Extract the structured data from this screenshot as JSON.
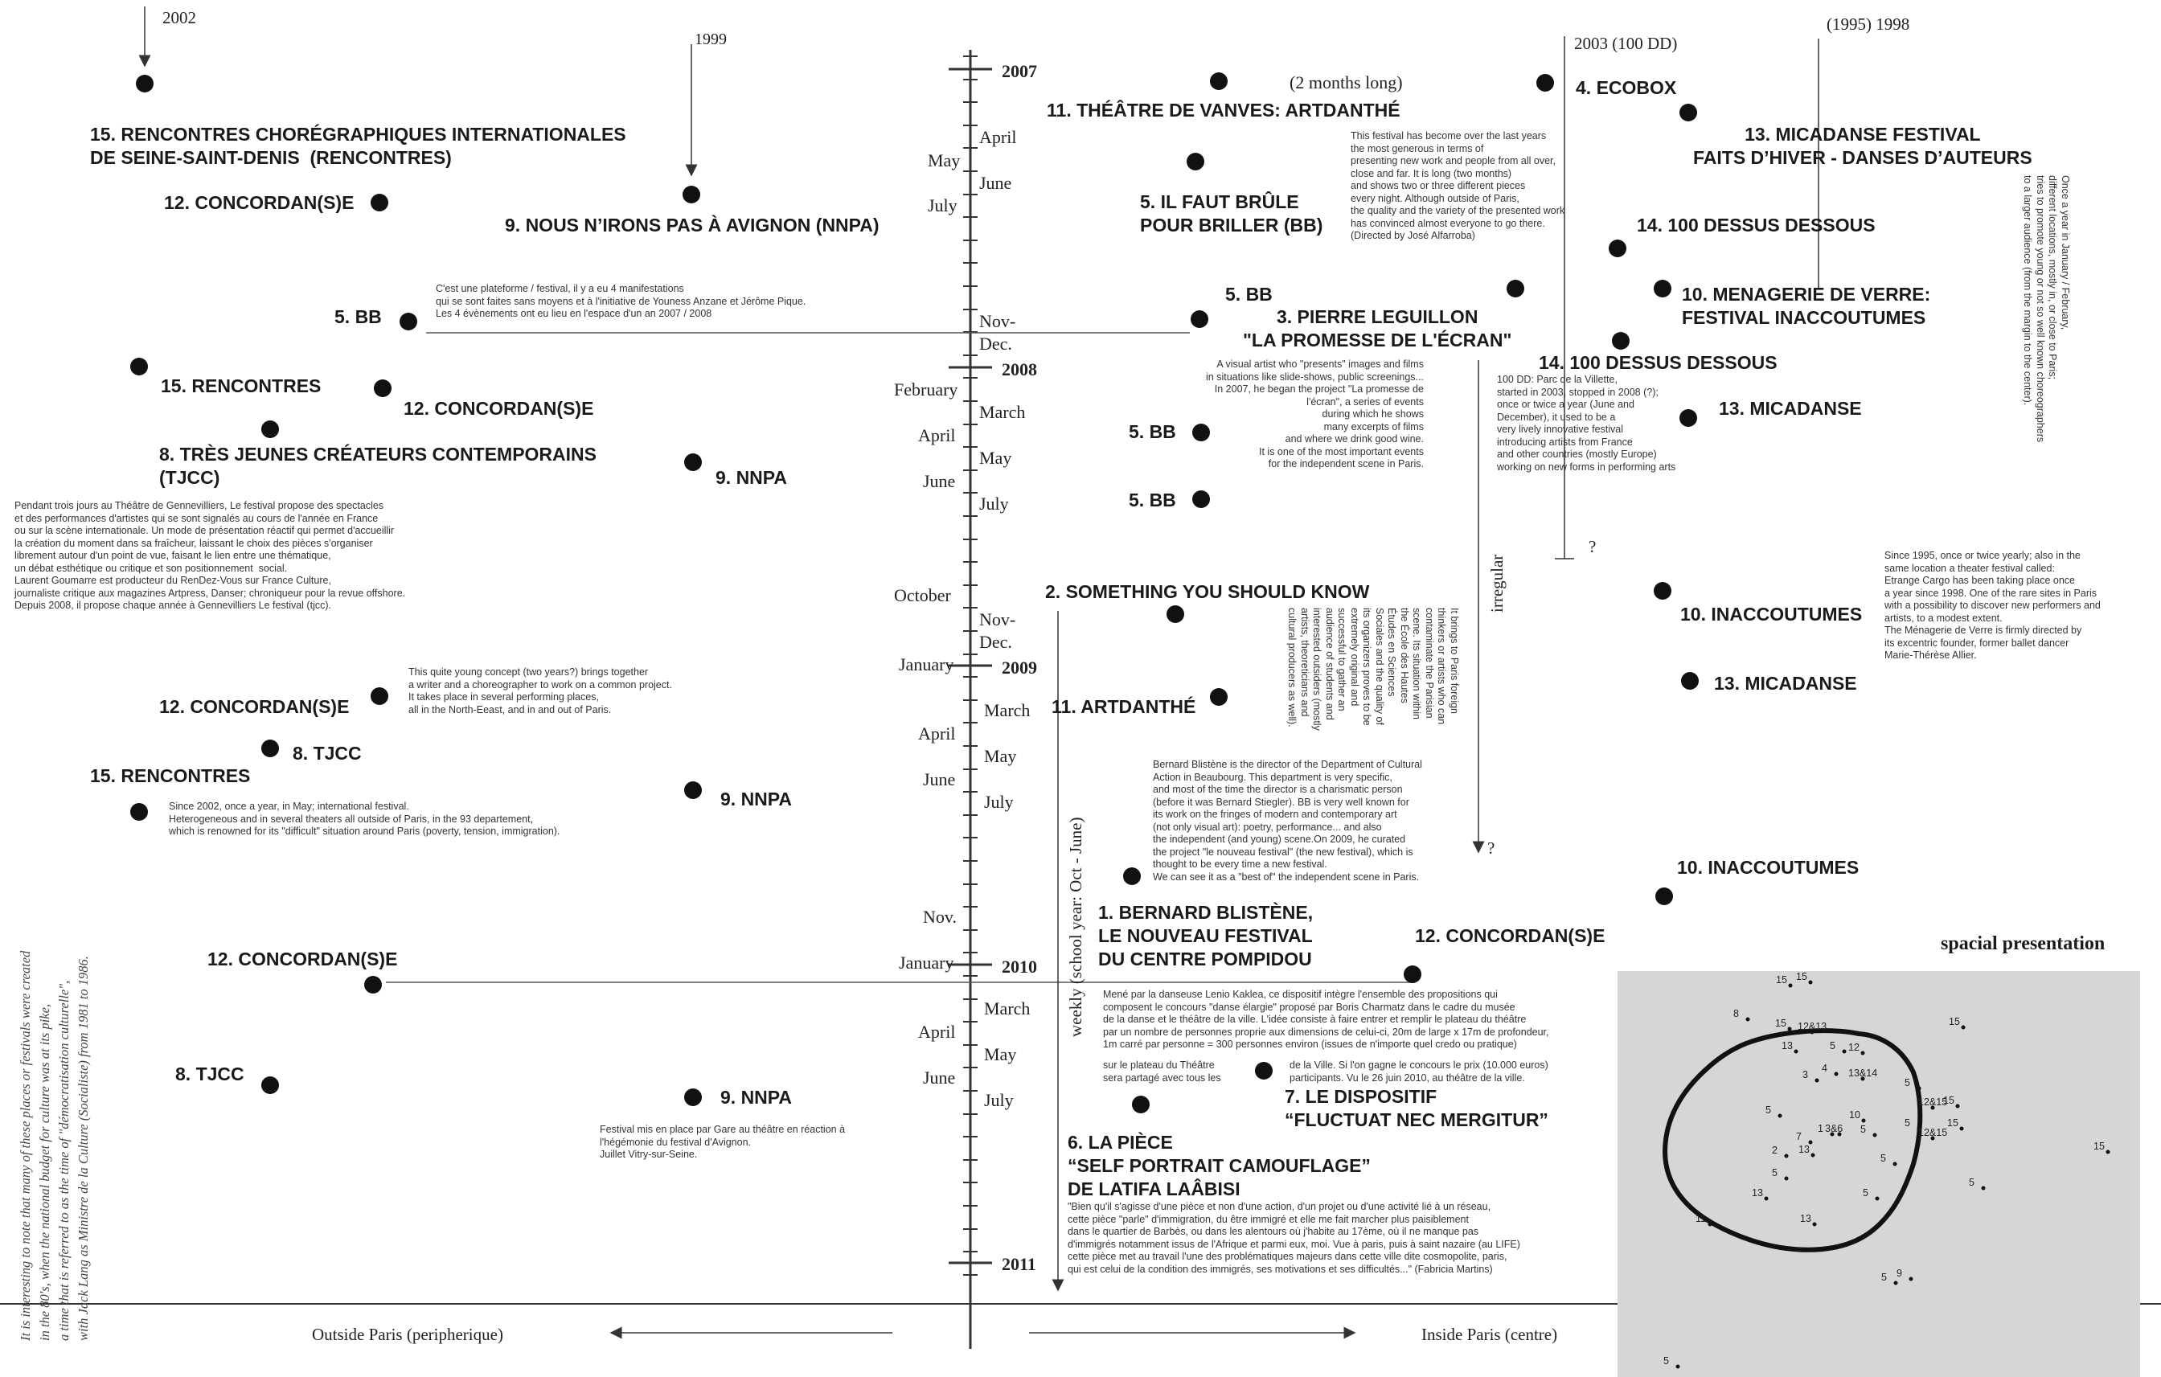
{
  "axis": {
    "years": {
      "y2007": "2007",
      "y2008": "2008",
      "y2009": "2009",
      "y2010": "2010",
      "y2011": "2011"
    },
    "months": {
      "april07": "April",
      "may07": "May",
      "june07": "June",
      "july07": "July",
      "novdec07": "Nov-\nDec.",
      "feb08": "February",
      "march08": "March",
      "april08": "April",
      "may08": "May",
      "june08": "June",
      "july08": "July",
      "oct08": "October",
      "novdec08": "Nov-\nDec.",
      "jan09": "January",
      "march09": "March",
      "april09": "April",
      "may09": "May",
      "june09": "June",
      "july09": "July",
      "nov09": "Nov.",
      "jan10": "January",
      "march10": "March",
      "april10": "April",
      "may10": "May",
      "june10": "June",
      "july10": "July"
    },
    "bottom_left": "Outside Paris (peripherique)",
    "bottom_right": "Inside Paris (centre)",
    "weekly": "weekly (school year: Oct - June)",
    "irregular": "irregular"
  },
  "top_markers": {
    "m2002": "2002",
    "m1999": "1999",
    "m2003": "2003 (100 DD)",
    "m1998": "(1995) 1998",
    "two_months": "(2 months long)",
    "q1": "?",
    "q2": "?"
  },
  "events": {
    "e15_rencontres_full": "15. RENCONTRES CHORÉGRAPHIQUES INTERNATIONALES\nDE SEINE-SAINT-DENIS  (RENCONTRES)",
    "e12_concordanse_1": "12. CONCORDAN(S)E",
    "e9_nnpa_full": "9. NOUS N’IRONS PAS À AVIGNON (NNPA)",
    "e5_bb_left": "5. BB",
    "e15_rencontres_2": "15. RENCONTRES",
    "e12_concordanse_2": "12. CONCORDAN(S)E",
    "e8_tjcc_full": "8. TRÈS JEUNES CRÉATEURS CONTEMPORAINS\n(TJCC)",
    "e9_nnpa_2": "9. NNPA",
    "e12_concordanse_3": "12. CONCORDAN(S)E",
    "e8_tjcc_2": "8. TJCC",
    "e15_rencontres_3": "15. RENCONTRES",
    "e9_nnpa_3": "9. NNPA",
    "e12_concordanse_4": "12. CONCORDAN(S)E",
    "e8_tjcc_3": "8. TJCC",
    "e9_nnpa_4": "9. NNPA",
    "e11_vanves": "11. THÉÂTRE DE VANVES: ARTDANTHÉ",
    "e5_faut_bruler": "5. IL FAUT BRÛLE\nPOUR BRILLER (BB)",
    "e5_bb_r1": "5. BB",
    "e3_leguillon": "3. PIERRE LEGUILLON\n\"LA PROMESSE DE L'ÉCRAN\"",
    "e5_bb_r2": "5. BB",
    "e5_bb_r3": "5. BB",
    "e2_something": "2. SOMETHING YOU SHOULD KNOW",
    "e11_artdanthe": "11. ARTDANTHÉ",
    "e1_blistene": "1. BERNARD BLISTÈNE,\nLE NOUVEAU FESTIVAL\nDU CENTRE POMPIDOU",
    "e12_concordanse_r": "12. CONCORDAN(S)E",
    "e7_dispositif": "7. LE DISPOSITIF\n“FLUCTUAT NEC MERGITUR”",
    "e6_piece": "6. LA PIÈCE\n“SELF PORTRAIT CAMOUFLAGE”\nDE LATIFA LAÂBISI",
    "e4_ecobox": "4. ECOBOX",
    "e13_micadanse_full": "13. MICADANSE FESTIVAL\nFAITS D’HIVER - DANSES D’AUTEURS",
    "e14_dessus_1": "14. 100 DESSUS DESSOUS",
    "e10_menagerie": "10. MENAGERIE DE VERRE:\nFESTIVAL INACCOUTUMES",
    "e14_dessus_2": "14. 100 DESSUS DESSOUS",
    "e13_micadanse_2": "13. MICADANSE",
    "e10_inaccoutumes_1": "10. INACCOUTUMES",
    "e13_micadanse_3": "13. MICADANSE",
    "e10_inaccoutumes_2": "10. INACCOUTUMES"
  },
  "notes": {
    "bb_left": "C'est une plateforme / festival, il y a eu 4 manifestations\nqui se sont faites sans moyens et à l'initiative de Youness Anzane et Jérôme Pique.\nLes 4 évènements ont eu lieu en l'espace d'un an 2007 / 2008",
    "tjcc": "Pendant trois jours au Théâtre de Gennevilliers, Le festival propose des spectacles\net des performances d'artistes qui se sont signalés au cours de l'année en France\nou sur la scène internationale. Un mode de présentation réactif qui permet d'accueillir\nla création du moment dans sa fraîcheur, laissant le choix des pièces s'organiser\nlibrement autour d'un point de vue, faisant le lien entre une thématique,\nun débat esthétique ou critique et son positionnement  social.\nLaurent Goumarre est producteur du RenDez-Vous sur France Culture,\njournaliste critique aux magazines Artpress, Danser; chroniqueur pour la revue offshore.\nDepuis 2008, il propose chaque année à Gennevilliers Le festival (tjcc).",
    "concordanse": "This quite young concept (two years?) brings together\na writer and a choreographer to work on a common project.\nIt takes place in several performing places,\nall in the North-Eeast, and in and out of Paris.",
    "rencontres": "Since 2002, once a year, in May; international festival.\nHeterogeneous and in several theaters all outside of Paris, in the 93 departement,\nwhich is renowned for its \"difficult\" situation around Paris (poverty, tension, immigration).",
    "nnpa": "Festival mis en place par Gare au théâtre en réaction à\nl'hégémonie du festival d'Avignon.\nJuillet Vitry-sur-Seine.",
    "artdanthe": "This festival has become over the last years\nthe most generous in terms of\npresenting new work and people from all over,\nclose and far. It is long (two months)\nand shows two or three different pieces\nevery night. Although outside of Paris,\nthe quality and the variety of the presented work\nhas convinced almost everyone to go there.\n(Directed by José Alfarroba)",
    "leguillon": "A visual artist who \"presents\" images and films\nin situations like slide-shows, public screenings...\nIn 2007, he began the project \"La promesse de\nl'écran\", a series of events\nduring which he shows\nmany excerpts of films\nand where we drink good wine.\nIt is one of the most important events\nfor the independent scene in Paris.",
    "blistene": "Bernard Blistène is the director of the Department of Cultural\nAction in Beaubourg. This department is very specific,\nand most of the time the director is a charismatic person\n(before it was Bernard Stiegler). BB is very well known for\nits work on the fringes of modern and contemporary art\n(not only visual art): poetry, performance... and also\nthe independent (and young) scene.On 2009, he curated\nthe project \"le nouveau festival\" (the new festival), which is\nthought to be every time a new festival.\nWe can see it as a \"best of\" the independent scene in Paris.",
    "dispositif_a": "Mené par la danseuse Lenio Kaklea, ce dispositif intègre l'ensemble des propositions qui\ncomposent le concours \"danse élargie\" proposé par Boris Charmatz dans le cadre du musée\nde la danse et le théâtre de la ville. L'idée consiste à faire entrer et remplir le plateau du théâtre\npar un nombre de personnes proprie aux dimensions de celui-ci, 20m de large x 17m de profondeur,\n1m carré par personne = 300 personnes environ (issues de n'importe quel credo ou pratique)",
    "dispositif_b": "sur le plateau du Théâtre\nsera partagé avec tous les",
    "dispositif_c": "de la Ville. Si l'on gagne le concours le prix (10.000 euros)\nparticipants. Vu le 26 juin 2010, au théâtre de la ville.",
    "piece": "\"Bien qu'il s'agisse d'une pièce et non d'une action, d'un projet ou d'une activité lié à un réseau,\ncette pièce \"parle\" d'immigration, du être immigré et elle me fait marcher plus paisiblement\ndans le quartier de Barbès, ou dans les alentours où j'habite au 17ème, où il ne manque pas\nd'immigrés notamment issus de l'Afrique et parmi eux, moi. Vue à paris, puis à saint nazaire (au LIFE)\ncette pièce met au travail l'une des problématiques majeurs dans cette ville dite cosmopolite, paris,\nqui est celui de la condition des immigrés, ses motivations et ses difficultés...\" (Fabricia Martins)",
    "dessus": "100 DD: Parc de la Villette,\nstarted in 2003, stopped in 2008 (?);\nonce or twice a year (June and\nDecember), it used to be a\nvery lively innovative festival\nintroducing artists from France\nand other countries (mostly Europe)\nworking on new forms in performing arts",
    "menagerie": "Since 1995, once or twice yearly; also in the\nsame location a theater festival called:\nEtrange Cargo has been taking place once\na year since 1998. One of the rare sites in Paris\nwith a possibility to discover new performers and\nartists, to a modest extent.\nThe Ménagerie de Verre is firmly directed by\nits excentric founder, former ballet dancer\nMarie-Thérèse Allier.",
    "micadanse_v": "Once a year in January / February,\ndifferent locations, mostly in, or close to Paris;\ntries to promote young or not so well known choreographers\nto a larger audience (from the margin to the center).",
    "something_v": "It brings to Paris foreign\nthinkers or artists who can\ncontaminate the Parisian\nscene. Its situation within\nthe École des Hautes\nÉtudes en Sciences\nSociales and the quality of\nits organizers proves to be\nextremely original and\nsuccessful to gather an\naudience of students and\ninterested outsiders (mostly\nartists, theoreticians and\ncultural producers as well).",
    "side_italic": "It is interesting to note that many of these places or festivals were created\nin the 80's, when the national budget for culture was at its pike,\na time that is referred to as the time of \"démocratisation culturelle\",\nwith Jack Lang as Ministre de la Culture (Socialiste) from 1981 to 1986."
  },
  "map": {
    "title": "spacial presentation",
    "labels": {
      "a": "15",
      "b": "15",
      "c": "8",
      "d": "15",
      "e": "12&13",
      "f": "15",
      "g": "13",
      "h": "5",
      "i": "12",
      "j": "3",
      "k": "4",
      "l": "13&14",
      "m": "5",
      "n": "5",
      "o": "12&15",
      "p": "15",
      "q": "5",
      "r": "10",
      "s": "7",
      "t": "1",
      "u": "3&6",
      "v": "5",
      "w": "12&15",
      "x": "15",
      "y": "2",
      "z": "13",
      "aa": "5",
      "ab": "5",
      "ac": "15",
      "ad": "5",
      "ae": "13",
      "af": "5",
      "ag": "11",
      "ah": "13",
      "ai": "5",
      "aj": "9",
      "ak": "5"
    }
  }
}
